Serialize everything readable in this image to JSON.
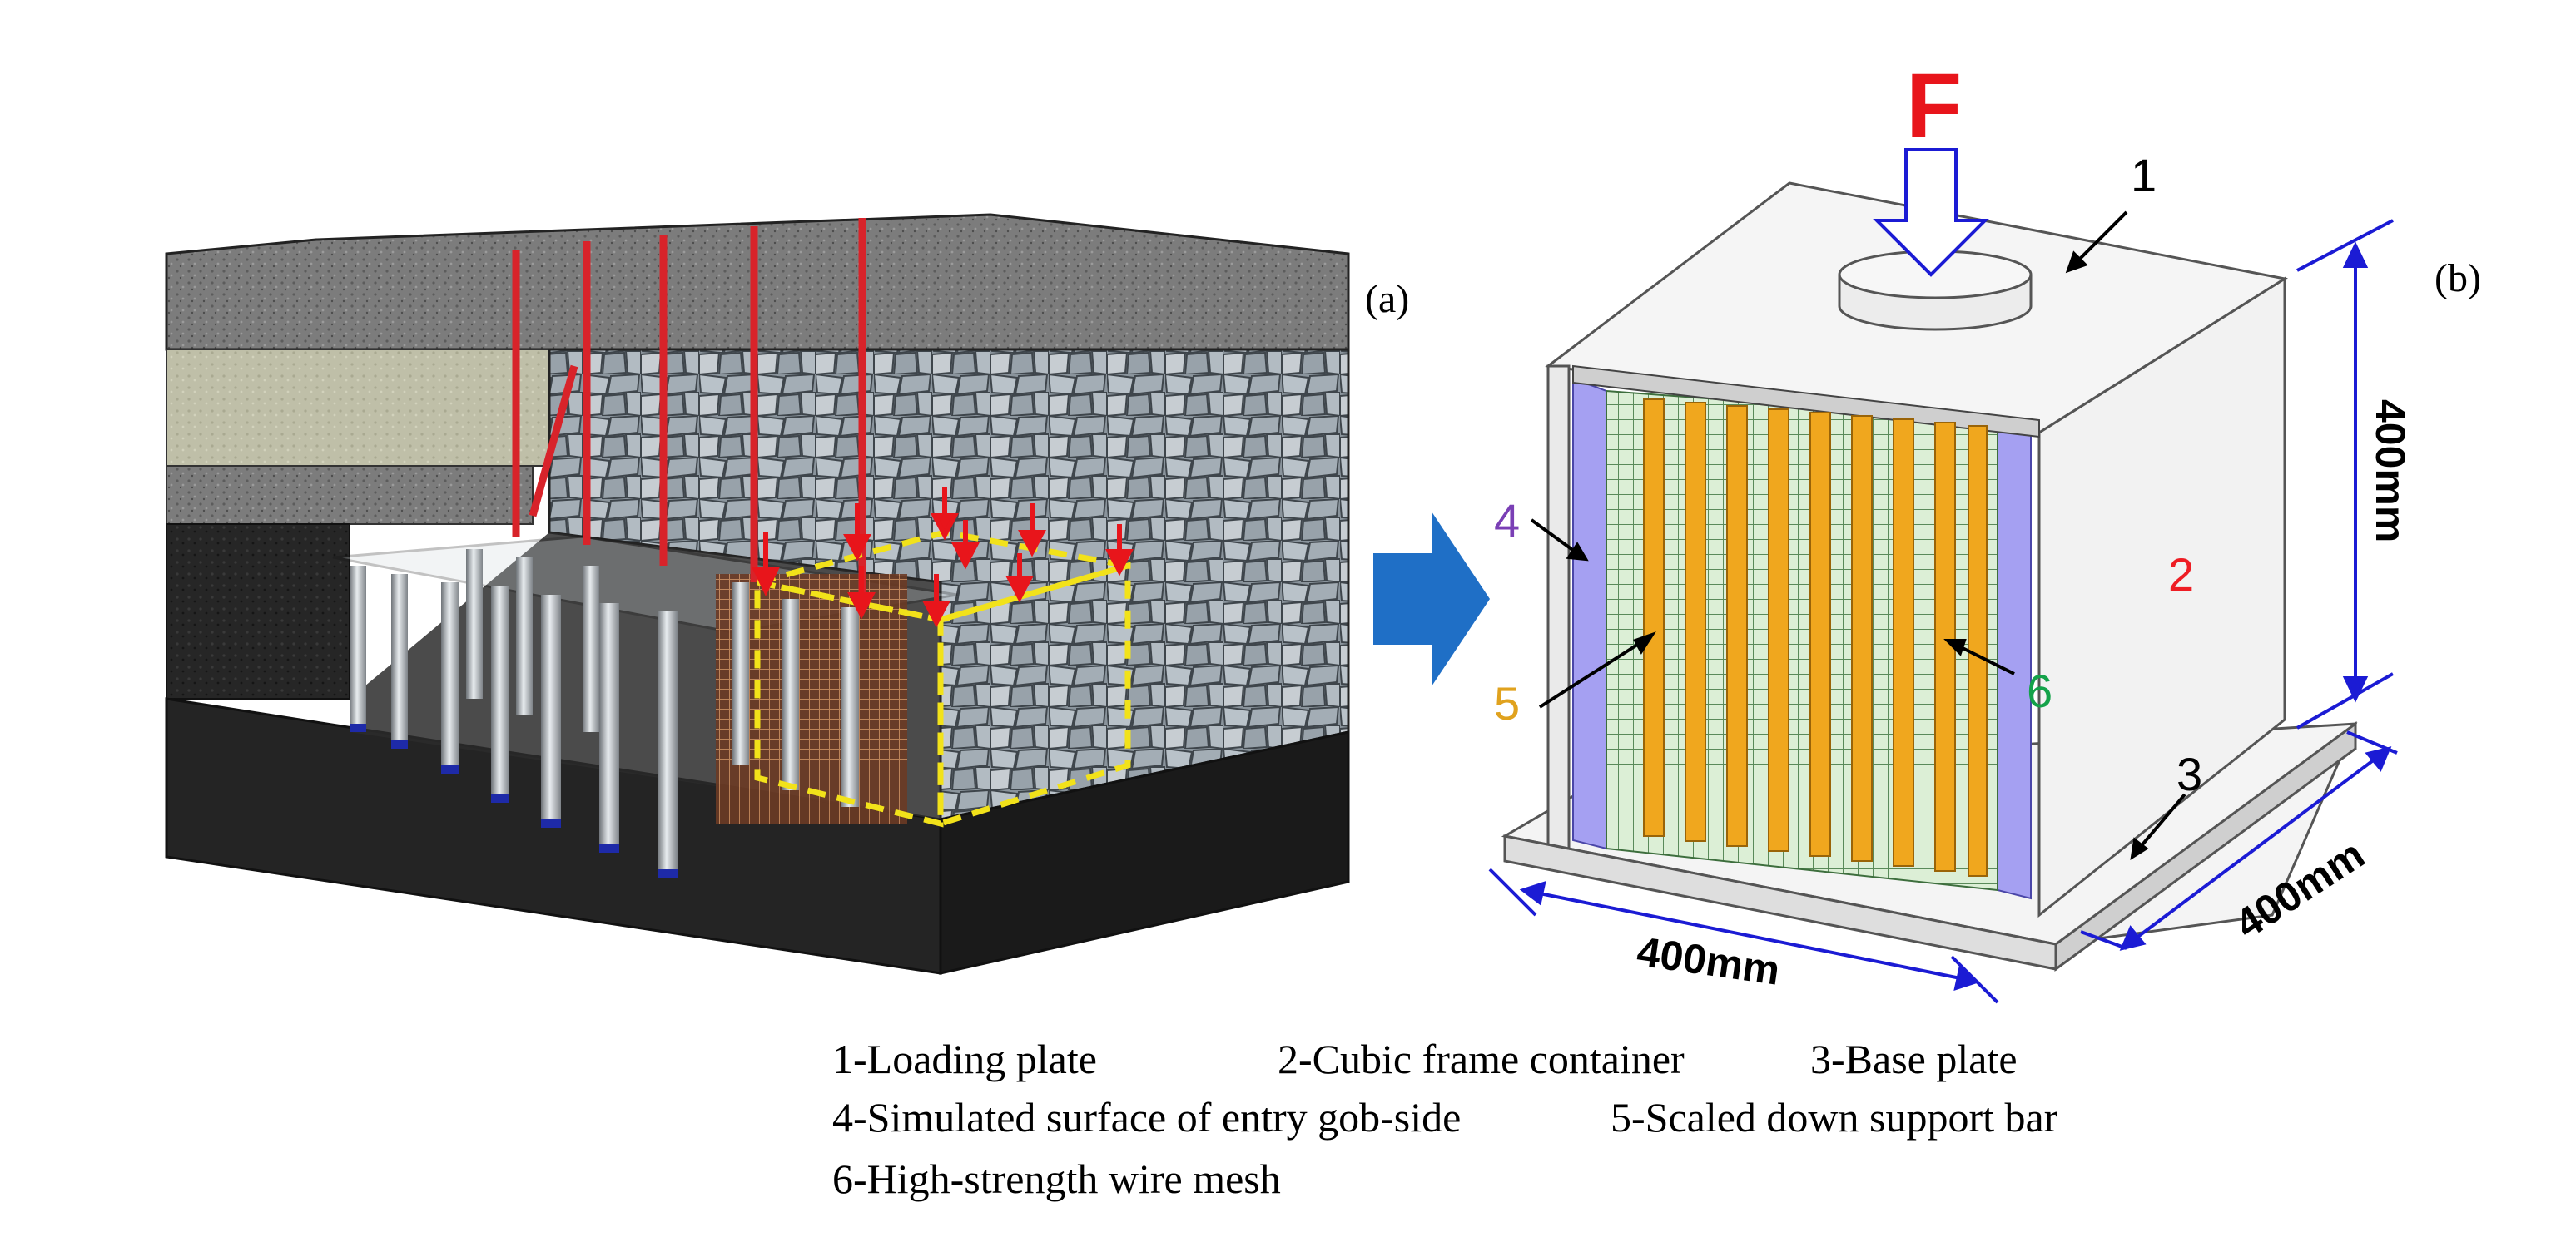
{
  "figure": {
    "panel_a_label": "(a)",
    "panel_b_label": "(b)",
    "force_label": "F",
    "part_numbers": [
      "1",
      "2",
      "3",
      "4",
      "5",
      "6"
    ],
    "dimensions": {
      "height": "400mm",
      "width_front": "400mm",
      "depth_side": "400mm"
    },
    "colors": {
      "force": "#e8151b",
      "dimension_lines": "#1b1bd4",
      "arrow_between_panels": "#1f6fc6",
      "highlight_dashed": "#f2e21a",
      "support_bar": "#f0a71e",
      "side_surface": "#a5a0f2",
      "wire_mesh": "#c9e7c2",
      "label_4": "#7a3fb5",
      "label_5": "#e0a21e",
      "label_2": "#ee1d24",
      "label_6": "#14a24a",
      "prop_red": "#d8232a"
    }
  },
  "legend": {
    "line1": [
      "1-Loading plate",
      "2-Cubic frame container",
      "3-Base plate"
    ],
    "line2": [
      "4-Simulated surface of entry gob-side",
      "5-Scaled down support bar"
    ],
    "line3": [
      "6-High-strength wire mesh"
    ]
  }
}
